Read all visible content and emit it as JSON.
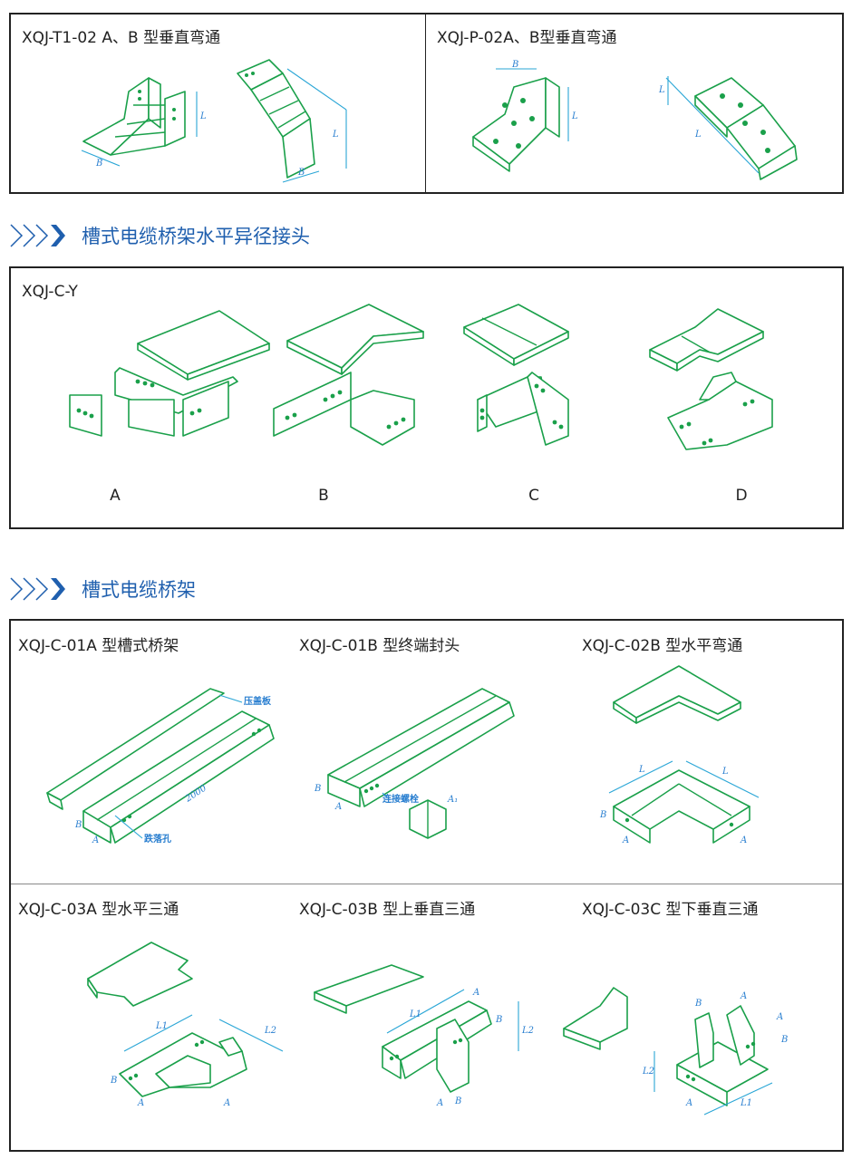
{
  "colors": {
    "accent": "#1f5fae",
    "figure": "#1aa04a",
    "dimension": "#2a7fd0",
    "border": "#222222"
  },
  "top_box": {
    "left_title": "XQJ-T1-02 A、B 型垂直弯通",
    "right_title": "XQJ-P-02A、B型垂直弯通"
  },
  "section1": {
    "icon": "chevron-arrows-icon",
    "title": "槽式电缆桥架水平异径接头"
  },
  "reducer_box": {
    "title": "XQJ-C-Y",
    "letters": [
      "A",
      "B",
      "C",
      "D"
    ]
  },
  "section2": {
    "icon": "chevron-arrows-icon",
    "title": "槽式电缆桥架"
  },
  "tray_box": {
    "titles": [
      "XQJ-C-01A 型槽式桥架",
      "XQJ-C-01B 型终端封头",
      "XQJ-C-02B 型水平弯通",
      "XQJ-C-03A 型水平三通",
      "XQJ-C-03B 型上垂直三通",
      "XQJ-C-03C 型下垂直三通"
    ],
    "callouts": {
      "cover": "压盖板",
      "length": "2000",
      "drain_hole": "跌落孔",
      "bolt": "连接螺栓"
    }
  }
}
